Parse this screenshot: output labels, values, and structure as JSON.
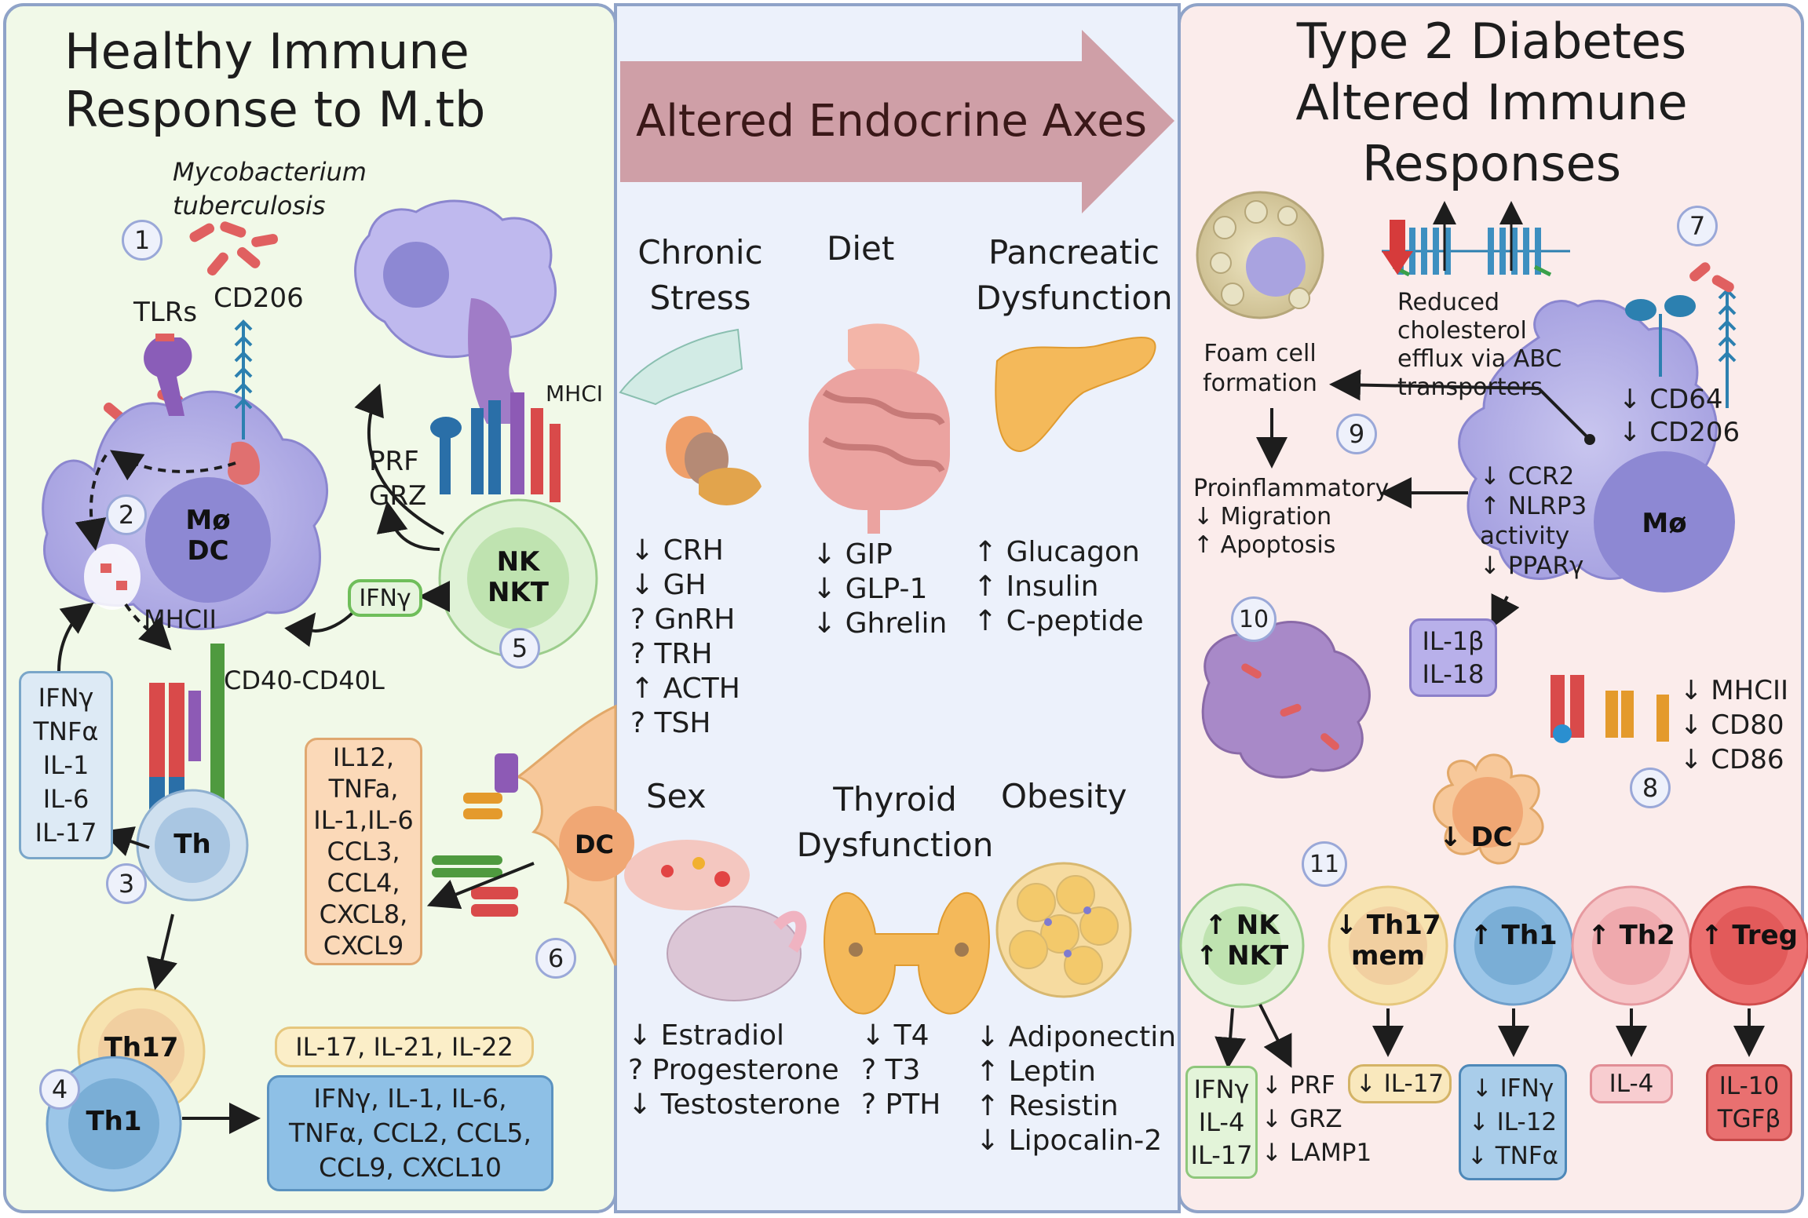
{
  "left_panel": {
    "title_line1": "Healthy Immune",
    "title_line2": "Response to M.tb",
    "pathogen_line1": "Mycobacterium",
    "pathogen_line2": "tuberculosis",
    "tlrs": "TLRs",
    "cd206": "CD206",
    "macrophage_line1": "Mø",
    "macrophage_line2": "DC",
    "mhcii": "MHCII",
    "cd40": "CD40-CD40L",
    "mhci": "MHCI",
    "prf": "PRF",
    "grz": "GRZ",
    "ifng_badge": "IFNγ",
    "nk_line1": "NK",
    "nk_line2": "NKT",
    "th": "Th",
    "th17": "Th17",
    "th1": "Th1",
    "dc": "DC",
    "cytokine_box1": [
      "IFNγ",
      "TNFα",
      "IL-1",
      "IL-6",
      "IL-17"
    ],
    "cytokine_box2": [
      "IL12,",
      "TNFa,",
      "IL-1,IL-6",
      "CCL3,",
      "CCL4,",
      "CXCL8,",
      "CXCL9"
    ],
    "th17_cytokines": "IL-17, IL-21, IL-22",
    "th1_cytokines": [
      "IFNγ, IL-1, IL-6,",
      "TNFα, CCL2, CCL5,",
      "CCL9, CXCL10"
    ],
    "steps": [
      "1",
      "2",
      "3",
      "4",
      "5",
      "6"
    ]
  },
  "middle_panel": {
    "arrow_label": "Altered Endocrine Axes",
    "stress_title": [
      "Chronic",
      "Stress"
    ],
    "diet_title": [
      "Diet"
    ],
    "pancreatic_title": [
      "Pancreatic",
      "Dysfunction"
    ],
    "sex_title": [
      "Sex"
    ],
    "thyroid_title": [
      "Thyroid",
      "Dysfunction"
    ],
    "obesity_title": [
      "Obesity"
    ],
    "stress_items": [
      "↓ CRH",
      "↓ GH",
      "? GnRH",
      "? TRH",
      "↑ ACTH",
      "? TSH"
    ],
    "diet_items": [
      "↓ GIP",
      "↓ GLP-1",
      "↓ Ghrelin"
    ],
    "pancreatic_items": [
      "↑ Glucagon",
      "↑ Insulin",
      "↑ C-peptide"
    ],
    "sex_items": [
      "↓ Estradiol",
      "? Progesterone",
      "↓ Testosterone"
    ],
    "thyroid_items": [
      "↓ T4",
      "? T3",
      "? PTH"
    ],
    "obesity_items": [
      "↓ Adiponectin",
      "↑ Leptin",
      "↑ Resistin",
      "↓ Lipocalin-2"
    ]
  },
  "right_panel": {
    "title_line1": "Type 2 Diabetes",
    "title_line2": "Altered Immune",
    "title_line3": "Responses",
    "foam_line1": "Foam cell",
    "foam_line2": "formation",
    "cholesterol_lines": [
      "Reduced",
      "cholesterol",
      "efflux via ABC",
      "transporters"
    ],
    "cd_markers": [
      "↓ CD64",
      "↓ CD206"
    ],
    "macrophage_changes": [
      "↓ CCR2",
      "↑ NLRP3",
      "activity",
      "↓ PPARγ"
    ],
    "macrophage_label": "Mø",
    "proinflammatory_lines": [
      "Proinflammatory",
      "↓ Migration",
      "↑ Apoptosis"
    ],
    "il_box": [
      "IL-1β",
      "IL-18"
    ],
    "costim": [
      "↓ MHCII",
      "↓ CD80",
      "↓ CD86"
    ],
    "dc_label": "↓ DC",
    "nk_line1": "↑ NK",
    "nk_line2": "↑ NKT",
    "th17_line1": "↓ Th17",
    "th17_line2": "mem",
    "th1": "↑ Th1",
    "th2": "↑ Th2",
    "treg": "↑ Treg",
    "nk_out_box": [
      "IFNγ",
      "IL-4",
      "IL-17"
    ],
    "nk_out_list": [
      "↓ PRF",
      "↓ GRZ",
      "↓ LAMP1"
    ],
    "th17_out": "↓ IL-17",
    "th1_out": [
      "↓ IFNγ",
      "↓ IL-12",
      "↓ TNFα"
    ],
    "th2_out": "IL-4",
    "treg_out": [
      "IL-10",
      "TGFβ"
    ],
    "steps": [
      "7",
      "8",
      "9",
      "10",
      "11"
    ]
  }
}
